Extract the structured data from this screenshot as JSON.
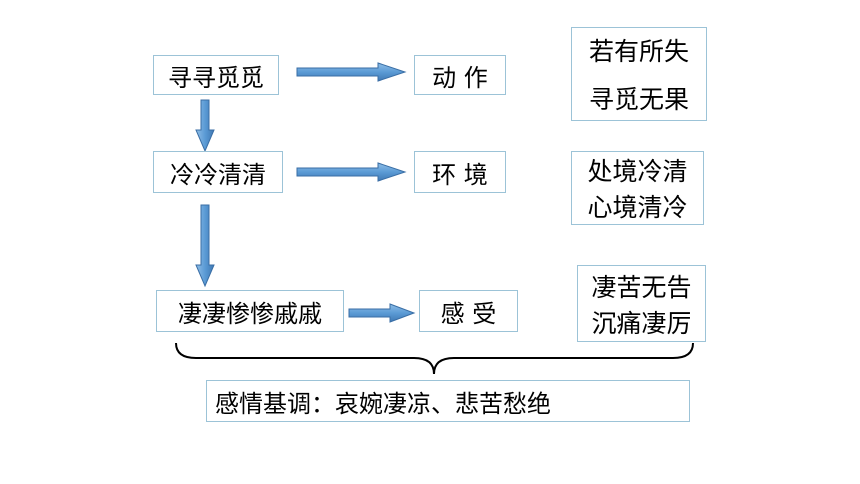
{
  "nodes": {
    "xunxun": "寻寻觅觅",
    "dongzuo": "动 作",
    "ruoyou": [
      "若有所失",
      "寻觅无果"
    ],
    "lengleng": "冷冷清清",
    "huanjing": "环 境",
    "chujing": [
      "处境冷清",
      "心境清冷"
    ],
    "qiqi": "凄凄惨惨戚戚",
    "ganshou": "感 受",
    "qiku": [
      "凄苦无告",
      "沉痛凄厉"
    ],
    "summary": "感情基调：哀婉凄凉、悲苦愁绝"
  },
  "colors": {
    "arrow_fill": "#5b9bd5",
    "arrow_stroke": "#3a6ea5",
    "box_border": "#9cc3d7"
  }
}
